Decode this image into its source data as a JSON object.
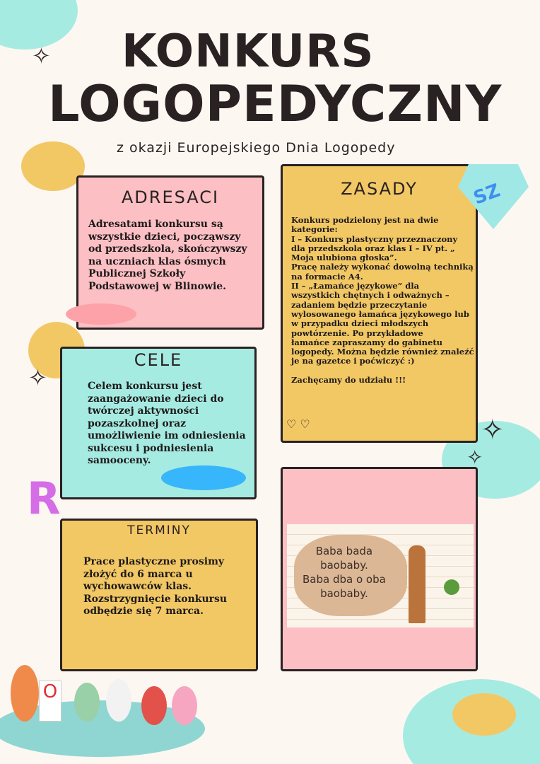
{
  "header": {
    "title_line1": "KONKURS",
    "title_line2": "LOGOPEDYCZNY",
    "subtitle": "z okazji Europejskiego Dnia Logopedy"
  },
  "adresaci": {
    "heading": "ADRESACI",
    "text": "Adresatami konkursu są\nwszystkie dzieci, począwszy\nod przedszkola, skończywszy\nna  uczniach klas ósmych\nPublicznej Szkoły\nPodstawowej w Blinowie."
  },
  "cele": {
    "heading": "CELE",
    "text": "Celem konkursu jest\nzaangażowanie dzieci do\ntwórczej aktywności\npozaszkolnej oraz\numożliwienie im odniesienia\nsukcesu i podniesienia\nsamooceny."
  },
  "terminy": {
    "heading": "TERMINY",
    "text": "Prace plastyczne prosimy\nzłożyć do 6 marca u\nwychowawców klas.\nRozstrzygnięcie konkursu\nodbędzie się 7 marca."
  },
  "zasady": {
    "heading": "ZASADY",
    "text": "Konkurs podzielony jest na dwie\nkategorie:\nI – Konkurs plastyczny przeznaczony\ndla przedszkola oraz klas I – IV pt. „\nMoja ulubiona głoska”.\nPracę należy wykonać dowolną techniką\nna formacie A4.\nII – „Łamańce językowe” dla\nwszystkich chętnych i odważnych –\nzadaniem będzie przeczytanie\nwylosowanego łamańca językowego lub\nw przypadku dzieci młodszych\npowtórzenie. Po przykładowe\nłamańce zapraszamy do gabinetu\nlogopedy. Można będzie również znaleźć\nje na gazetce i poćwiczyć :)\n\nZachęcamy do udziału !!!"
  },
  "image_card": {
    "text": "Baba bada\nbaobaby.\nBaba dba o oba\nbaobaby."
  },
  "decor": {
    "letter": "R",
    "gem_text": "SZ",
    "card_letter": "O"
  },
  "colors": {
    "pink": "#fbbfc4",
    "teal": "#a6ebe2",
    "yellow": "#f2c865",
    "bg": "#fdf7f2"
  }
}
